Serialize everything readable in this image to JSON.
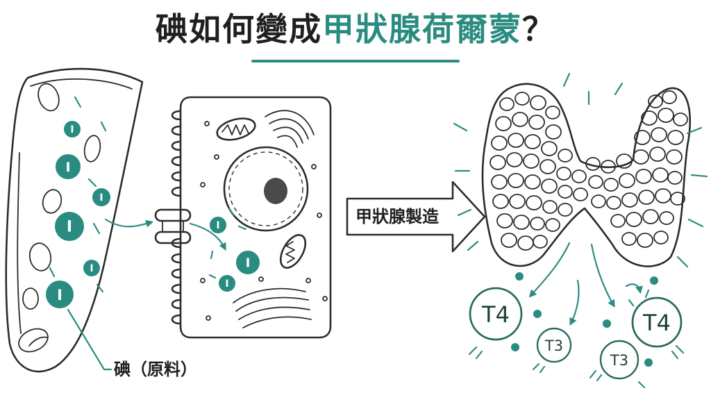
{
  "title": {
    "prefix": "碘如何變成",
    "highlight": "甲狀腺荷爾蒙",
    "suffix": "？"
  },
  "labels": {
    "iodine_raw": "碘（原料）",
    "process": "甲狀腺製造"
  },
  "iodine_symbol": "I",
  "hormones": {
    "t4": "T4",
    "t3": "T3"
  },
  "colors": {
    "accent": "#2a8c80",
    "ink": "#2b2b2b"
  }
}
